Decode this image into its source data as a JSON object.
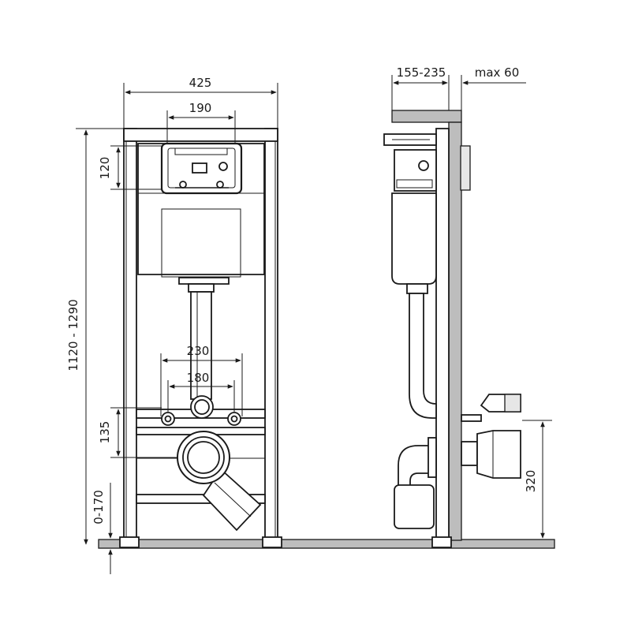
{
  "dimensions": {
    "width_total": "425",
    "panel_width": "190",
    "pipe_spacing_outer": "230",
    "pipe_spacing_inner": "180",
    "panel_height": "120",
    "height_range": "1120 - 1290",
    "drain_height": "135",
    "foot_adjust": "0-170",
    "wall_depth": "155-235",
    "max_wall_finish": "max 60",
    "outlet_height": "320"
  },
  "colors": {
    "line": "#1a1a1a",
    "floor": "#bdbdbd",
    "wall": "#bdbdbd",
    "background": "#ffffff"
  }
}
